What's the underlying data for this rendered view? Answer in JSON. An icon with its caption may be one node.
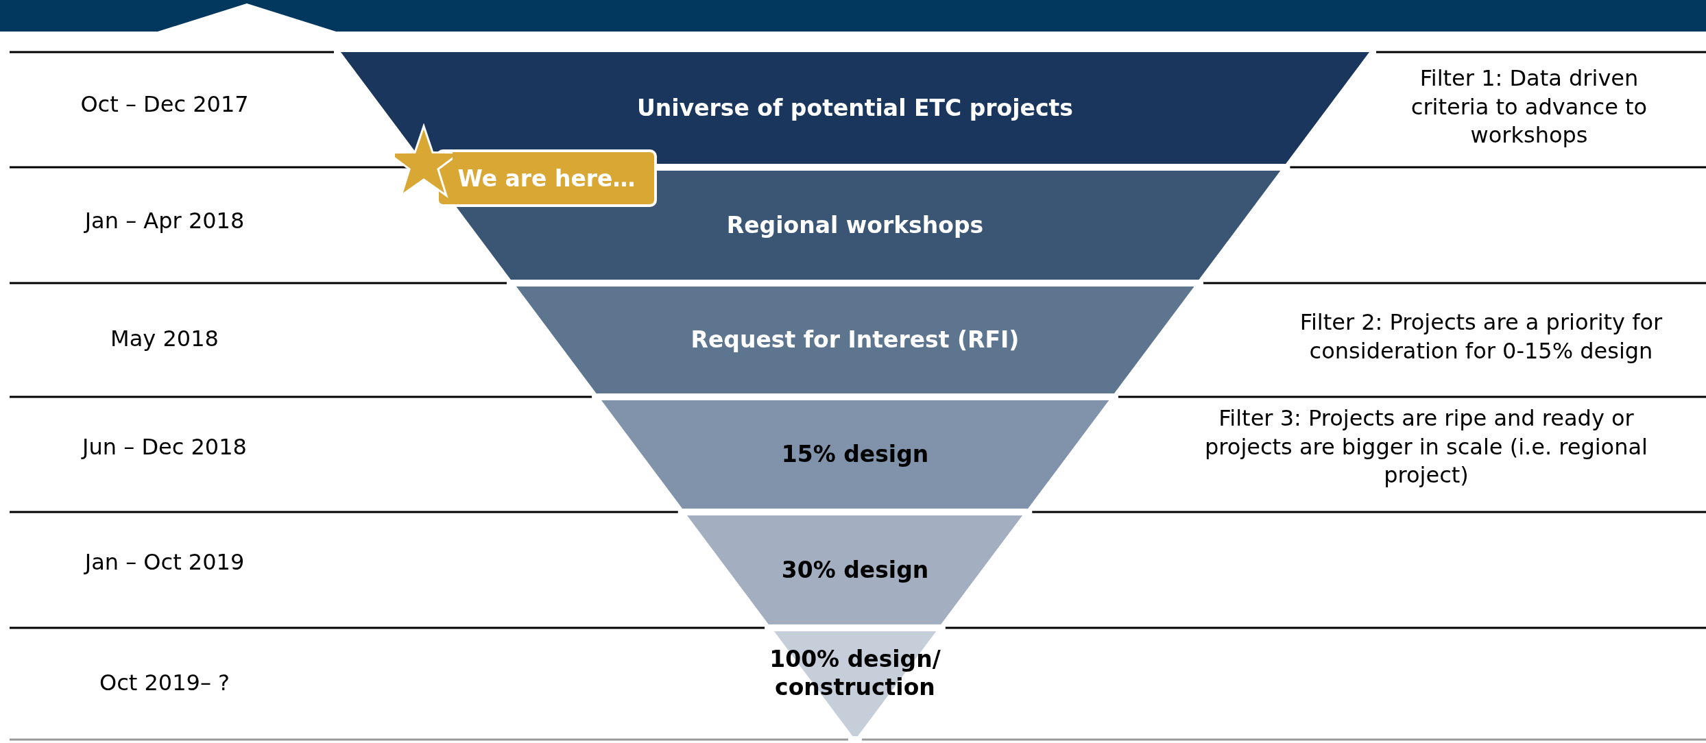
{
  "diagram": {
    "nodes": [
      {
        "text": [
          "Universe of potential ETC projects"
        ]
      },
      {
        "text": [
          "Regional workshops"
        ]
      },
      {
        "text": [
          "Request for Interest (RFI)"
        ]
      },
      {
        "text": [
          "15% design"
        ]
      },
      {
        "text": [
          "30% design"
        ]
      },
      {
        "text": [
          "100% design/ construction"
        ]
      },
      {
        "text": [
          "We are here…"
        ]
      }
    ],
    "edges": [],
    "labels": [
      "Oct – Dec 2017",
      "Filter 1: Data driven criteria to advance to workshops",
      "Jan – Apr 2018",
      "May 2018",
      "Filter 2: Projects are a priority for consideration for 0-15% design",
      "Jun – Dec 2018",
      "Filter 3: Projects are ripe and ready or projects are bigger in scale (i.e. regional project)",
      "Jan – Oct 2019",
      "Oct 2019– ?"
    ]
  }
}
